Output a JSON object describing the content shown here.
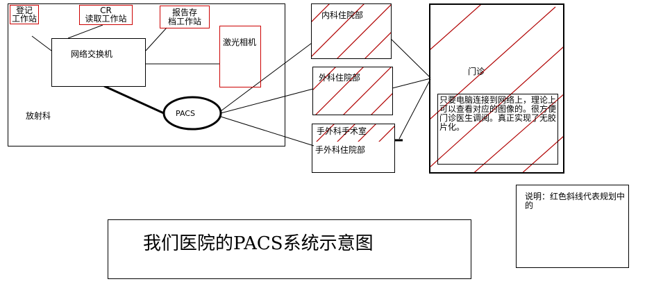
{
  "diagram": {
    "title": "我们医院的PACS系统示意图",
    "radiology": {
      "dept_label": "放射科",
      "registration_station": [
        "登记",
        "工作站"
      ],
      "cr_station": [
        "CR",
        "读取工作站"
      ],
      "report_station": [
        "报告存",
        "档工作站"
      ],
      "network_switch": "网络交换机",
      "laser_camera": "激光相机",
      "pacs": "PACS"
    },
    "departments": {
      "internal_ward": "内科住院部",
      "surgical_ward": "外科住院部",
      "operating_room": "手外科手术室",
      "hand_surgery_ward": "手外科住院部"
    },
    "outpatient": {
      "label": "门诊",
      "description": "只要电脑连接到网络上，理论上可以查看对应的图像的。很方便门诊医生调阅。真正实现了无胶片化。"
    },
    "legend": {
      "text": "说明：红色斜线代表规划中的",
      "planned_color": "#cc0000"
    }
  }
}
